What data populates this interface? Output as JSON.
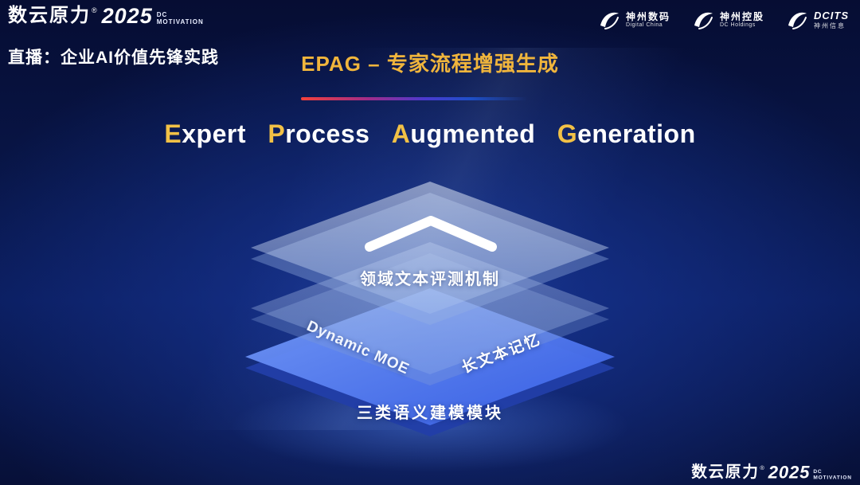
{
  "colors": {
    "accent_gold": "#f0b53c",
    "title_cap_gold": "#f2c146",
    "layer_blue": "#3f63e8",
    "background_navy": "#0a1c5c"
  },
  "icons": {
    "partner_logo": "swoosh-logo-icon",
    "stack_top": "chevron-up-icon"
  },
  "header": {
    "brand": {
      "name": "数云原力",
      "reg": "®",
      "year": "2025",
      "dc": "DC",
      "motivation": "MOTIVATION"
    },
    "live_label": "直播：企业AI价值先锋实践",
    "slide_title": "EPAG – 专家流程增强生成",
    "partner_logos": [
      {
        "name": "神州数码",
        "subtitle": "Digital China"
      },
      {
        "name": "神州控股",
        "subtitle": "DC Holdings"
      },
      {
        "name": "DCITS",
        "subtitle": "神州信息"
      }
    ]
  },
  "main": {
    "title": {
      "words": [
        {
          "cap": "E",
          "rest": "xpert"
        },
        {
          "cap": "P",
          "rest": "rocess"
        },
        {
          "cap": "A",
          "rest": "ugmented"
        },
        {
          "cap": "G",
          "rest": "eneration"
        }
      ]
    },
    "stack": {
      "top_layer_label": "领域文本评测机制",
      "middle_layer_left_label": "Dynamic MOE",
      "middle_layer_right_label": "长文本记忆",
      "bottom_layer_label": "三类语义建模模块"
    }
  },
  "footer": {
    "brand": {
      "name": "数云原力",
      "reg": "®",
      "year": "2025",
      "dc": "DC",
      "motivation": "MOTIVATION"
    }
  }
}
